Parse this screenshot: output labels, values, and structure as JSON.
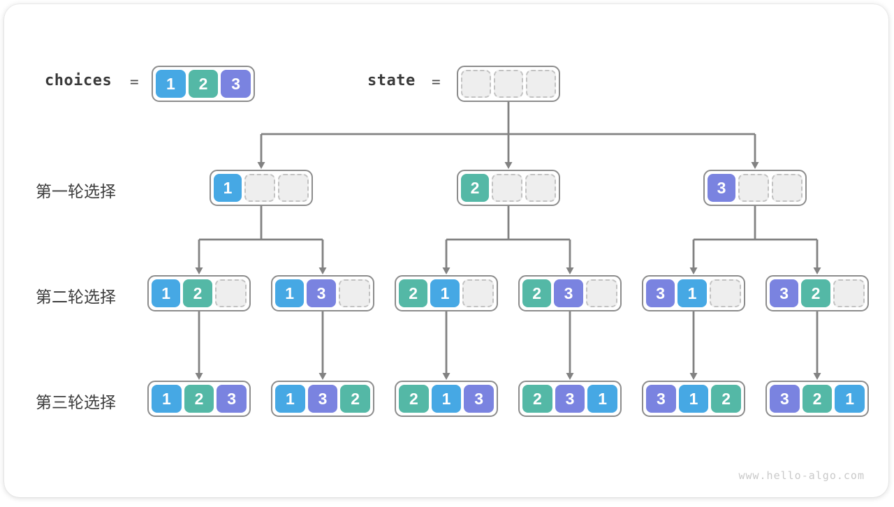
{
  "header": {
    "choices_label": "choices",
    "equals": "=",
    "state_label": "state",
    "choices_values": [
      "1",
      "2",
      "3"
    ],
    "state_slots": [
      null,
      null,
      null
    ]
  },
  "round_labels": [
    "第一轮选择",
    "第二轮选择",
    "第三轮选择"
  ],
  "tree": {
    "level1": [
      [
        "1",
        null,
        null
      ],
      [
        "2",
        null,
        null
      ],
      [
        "3",
        null,
        null
      ]
    ],
    "level2": [
      [
        "1",
        "2",
        null
      ],
      [
        "1",
        "3",
        null
      ],
      [
        "2",
        "1",
        null
      ],
      [
        "2",
        "3",
        null
      ],
      [
        "3",
        "1",
        null
      ],
      [
        "3",
        "2",
        null
      ]
    ],
    "level3": [
      [
        "1",
        "2",
        "3"
      ],
      [
        "1",
        "3",
        "2"
      ],
      [
        "2",
        "1",
        "3"
      ],
      [
        "2",
        "3",
        "1"
      ],
      [
        "3",
        "1",
        "2"
      ],
      [
        "3",
        "2",
        "1"
      ]
    ]
  },
  "colors": {
    "value_1": "#46a8e4",
    "value_2": "#54b8a6",
    "value_3": "#7a83e0",
    "connector": "#828282",
    "node_border": "#8c8c8c",
    "empty_fill": "#eeeeee",
    "empty_border": "#c2c2c2",
    "label_text": "#3c3c3c",
    "watermark": "#c9c9c9"
  },
  "watermark": "www.hello-algo.com"
}
